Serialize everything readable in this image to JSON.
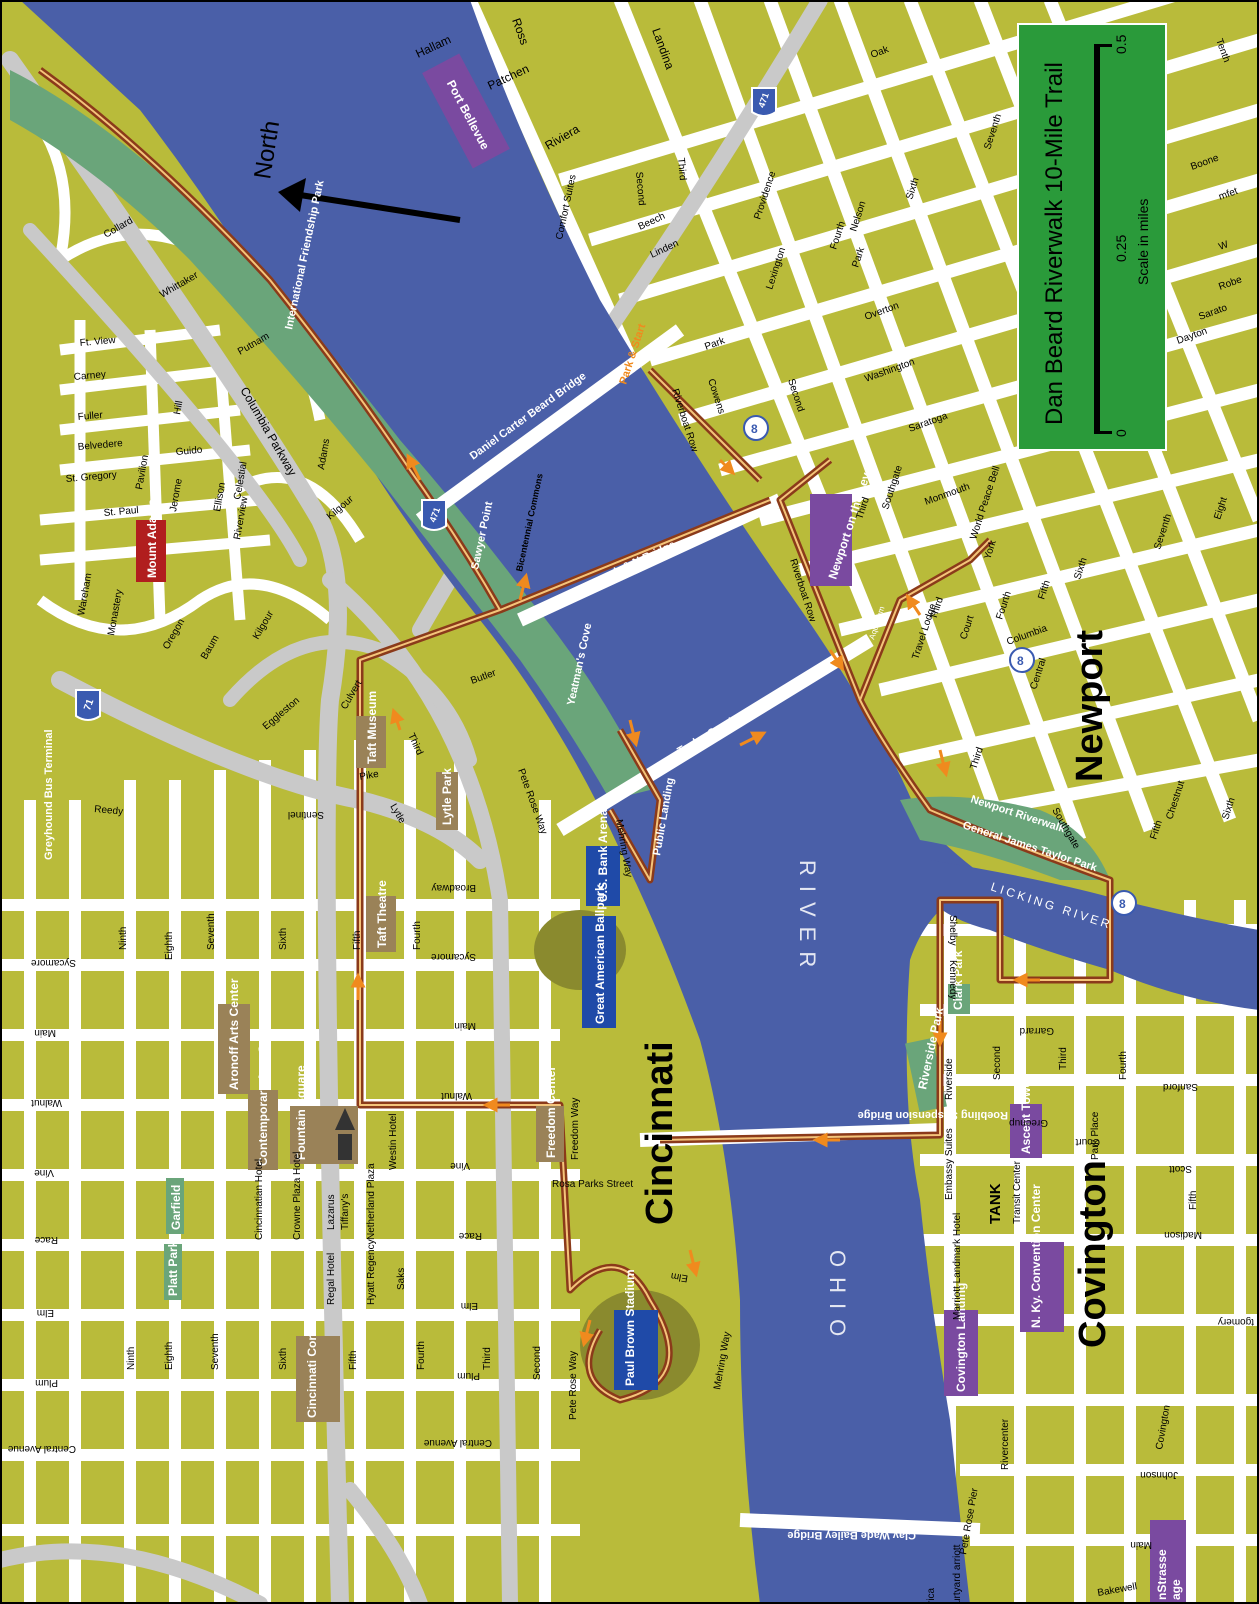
{
  "legend": {
    "title": "Dan Beard Riverwalk 10-Mile Trail",
    "scale_caption": "Scale in miles",
    "scale_ticks": [
      "0",
      "0.25",
      "0.5"
    ],
    "bg_color": "#2a9a3a"
  },
  "colors": {
    "land": "#b9bb3a",
    "water": "#4a5fa8",
    "park": "#6aa57a",
    "road": "#ffffff",
    "highway": "#c9c9c9",
    "trail": "#8b3a1a",
    "arrow": "#f08a1e"
  },
  "north_label": "North",
  "cities": {
    "cincinnati": "Cincinnati",
    "newport": "Newport",
    "covington": "Covington"
  },
  "rivers": {
    "ohio_upper": "RIVER",
    "ohio_lower": "OHIO",
    "licking": "LICKING RIVER"
  },
  "highway_shields": {
    "i471_top": "471",
    "i471_mid": "471",
    "i71": "71",
    "route8_a": "8",
    "route8_b": "8",
    "route8_c": "8"
  },
  "bridges": {
    "daniel_carter_beard": "Daniel Carter Beard Bridge",
    "l_and_n": "L & N Bridge",
    "taylor_southgate": "Taylor Southgate Bridge",
    "roebling": "Roebling Suspension Bridge",
    "clay_wade_bailey": "Clay Wade Bailey Bridge"
  },
  "poi_boxes": {
    "port_bellevue": "Port Bellevue",
    "mount_adams": "Mount Adams",
    "newport_levee": "Newport on the Levee",
    "taft_museum": "Taft Museum",
    "lytle_park": "Lytle Park",
    "taft_theatre": "Taft Theatre",
    "aronoff": "Aronoff Arts Center",
    "contemporary": "Contemporary Arts Center",
    "fountain_square": "Fountain Square",
    "freedom_center": "Freedom Center",
    "us_bank_arena": "U.S. Bank Arena",
    "great_american": "Great American Ballpark",
    "paul_brown": "Paul Brown Stadium",
    "garfield": "Garfield",
    "platt_park": "Platt Park",
    "convention_center": "Cincinnati Convention Center",
    "clark_park": "Clark Park",
    "riverside_park": "Riverside Park",
    "ascent_tower": "Ascent Tower",
    "nky_convention": "N. Ky. Convention Center",
    "covington_landing": "Covington Landing",
    "strasse": "nStrasse",
    "strasse2": "age"
  },
  "park_labels": {
    "international_friendship": "International Friendship Park",
    "sawyer_point": "Sawyer Point",
    "bicentennial": "Bicentennial Commons",
    "yeatmans_cove": "Yeatman's Cove",
    "public_landing": "Public Landing",
    "general_james_taylor": "General James Taylor Park",
    "newport_riverwalk": "Newport Riverwalk",
    "park_start": "Park & Start",
    "aquarium": "Aquarium",
    "greyhound": "Greyhound Bus Terminal",
    "tank": "TANK",
    "transit_center": "Transit Center",
    "world_peace_bell": "World Peace Bell"
  },
  "street_labels": {
    "landing": "Landina",
    "ross": "Ross",
    "hallam": "Hallam",
    "patchen": "Patchen",
    "riviera": "Riviera",
    "comfort_suites": "Comfort Suites",
    "second_ky": "Second",
    "third_ky": "Third",
    "beech": "Beech",
    "linden": "Linden",
    "oak": "Oak",
    "tenth": "Tenth",
    "seventh": "Seventh",
    "sixth_ky": "Sixth",
    "providence": "Providence",
    "lexington": "Lexington",
    "fourth_ky": "Fourth",
    "nelson": "Nelson",
    "park_a": "Park",
    "park_b": "Park",
    "boone": "Boone",
    "overton": "Overton",
    "cowens": "Cowens",
    "riverboat_row_a": "Riverboat Row",
    "riverboat_row_b": "Riverboat Row",
    "second_b": "Second",
    "washington": "Washington",
    "saratoga": "Saratoga",
    "dayton": "Dayton",
    "monmouth": "Monmouth",
    "southgate_a": "Southgate",
    "southgate_b": "Southgate",
    "third_newport": "Third",
    "york": "York",
    "seventh_b": "Seventh",
    "eighth": "Eight",
    "sixth_b": "Sixth",
    "fifth_b": "Fifth",
    "fourth_b": "Fourth",
    "columbia": "Columbia",
    "court_a": "Court",
    "travel_lodge": "Travel Lodge",
    "third_c": "Third",
    "central": "Central",
    "third_d": "Third",
    "fifth_c": "Fifth",
    "chestnut": "Chestnut",
    "sixth_c": "Sixth",
    "collard": "Collard",
    "whittaker": "Whittaker",
    "putnam": "Putnam",
    "columbia_parkway": "Columbia Parkway",
    "ft_view": "Ft. View",
    "carney": "Carney",
    "fuller": "Fuller",
    "hill": "Hill",
    "guido": "Guido",
    "belvedere": "Belvedere",
    "pavilion": "Pavilion",
    "st_gregory": "St. Gregory",
    "st_paul": "St. Paul",
    "jerome": "Jerome",
    "ellison": "Ellison",
    "celestial": "Celestial",
    "riverview": "Riverview",
    "adams": "Adams",
    "kilgour_a": "Kilgour",
    "kilgour_b": "Kilgour",
    "wareham": "Wareham",
    "monastery": "Monastery",
    "oregon": "Oregon",
    "baum": "Baum",
    "eggleston": "Eggleston",
    "culvert": "Culvert",
    "butler": "Butler",
    "third_oh": "Third",
    "pike": "Pike",
    "lytle": "Lytle",
    "reedy": "Reedy",
    "sentinel": "Sentinel",
    "pete_rose_way_a": "Pete Rose Way",
    "pete_rose_way_b": "Pete Rose Way",
    "mehring_way_a": "Mehring Way",
    "mehring_way_b": "Mehring  Way",
    "broadway": "Broadway",
    "sycamore_a": "Sycamore",
    "sycamore_b": "Sycamore",
    "main_a": "Main",
    "main_b": "Main",
    "walnut_a": "Walnut",
    "walnut_b": "Walnut",
    "vine_a": "Vine",
    "vine_b": "Vine",
    "race_a": "Race",
    "race_b": "Race",
    "elm_a": "Elm",
    "elm_b": "Elm",
    "elm_c": "Elm",
    "plum_a": "Plum",
    "plum_b": "Plum",
    "central_ave_a": "Central Avenue",
    "central_ave_b": "Central Avenue",
    "ninth_a": "Ninth",
    "ninth_b": "Ninth",
    "eighth_a": "Eighth",
    "eighth_b": "Eighth",
    "seventh_oh_a": "Seventh",
    "seventh_oh_b": "Seventh",
    "sixth_oh_a": "Sixth",
    "sixth_oh_b": "Sixth",
    "fifth_oh_a": "Fifth",
    "fifth_oh_b": "Fifth",
    "fourth_oh_a": "Fourth",
    "fourth_oh_b": "Fourth",
    "third_oh_b": "Third",
    "second_oh": "Second",
    "rosa_parks": "Rosa Parks Street",
    "freedom_way": "Freedom Way",
    "westin": "Westin Hotel",
    "cincinnatian": "Cincinnatian Hotel",
    "crowne_plaza": "Crowne Plaza Hotel",
    "lazarus": "Lazarus",
    "tiffanys": "Tiffany's",
    "netherland": "Netherland Plaza",
    "regal": "Regal Hotel",
    "hyatt": "Hyatt Regency",
    "saks": "Saks",
    "shelby": "Shelby",
    "kennedy": "Kennedy",
    "garrard": "Garrard",
    "sanford": "Sanford",
    "fourth_cov": "Fourth",
    "third_cov": "Third",
    "second_cov": "Second",
    "riverside": "Riverside",
    "greenup": "Greenup",
    "court_cov": "Court",
    "park_place": "Park Place",
    "scott": "Scott",
    "embassy_suites": "Embassy Suites",
    "madison": "Madison",
    "fifth_cov": "Fifth",
    "marriott": "Marriott Landmark Hotel",
    "montgomery": "tgomery",
    "rivercenter": "Rivercenter",
    "covington_st": "Covington",
    "johnson": "Johnson",
    "pete_rose_pier": "Pete Rose Pier",
    "main_cov": "Main",
    "bakewell": "Bakewell",
    "courtyard": "urtyard arriott",
    "ica": "rica",
    "smfth_a": "mfet",
    "roble": "Robe",
    "saratoga_edge": "Sarato",
    "w_edge": "W"
  }
}
